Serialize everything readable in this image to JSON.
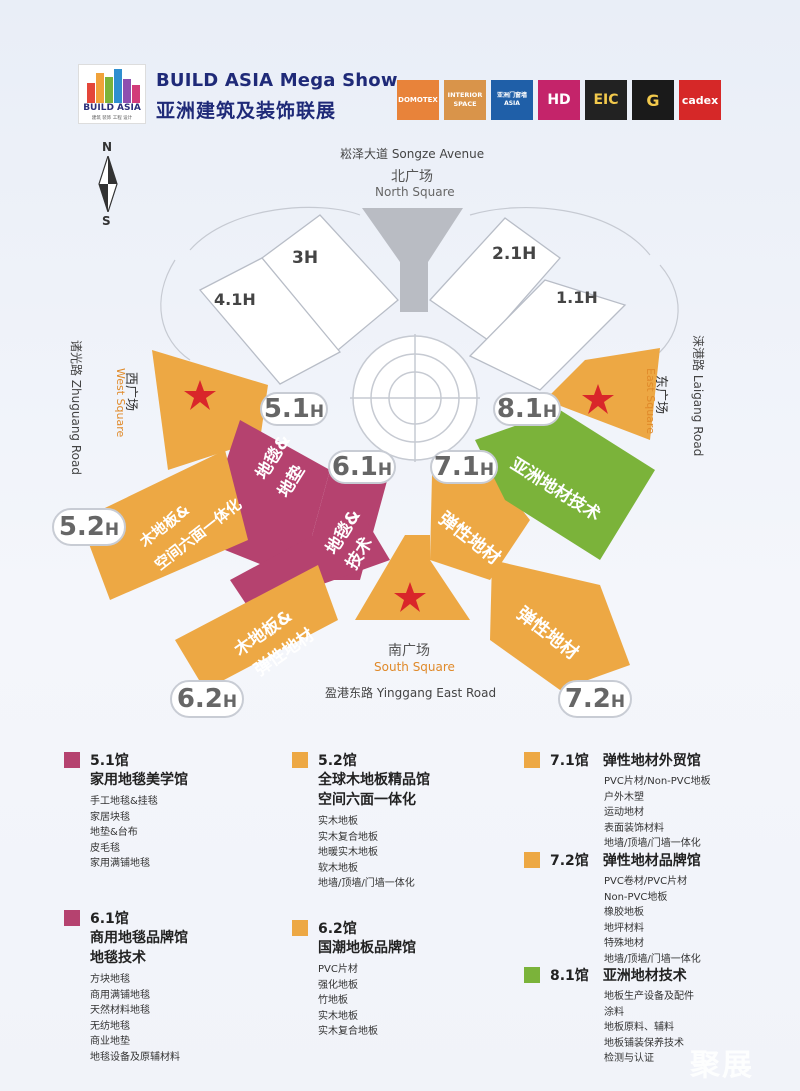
{
  "header": {
    "logo_text": "BUILD ASIA",
    "logo_sub": "建筑 装饰 工程 设计",
    "title_en": "BUILD ASIA Mega Show",
    "title_cn": "亚洲建筑及装饰联展",
    "brands": [
      {
        "label": "DOMOTEX",
        "color": "#e8833a"
      },
      {
        "label": "INTERIOR SPACE",
        "color": "#d9944a"
      },
      {
        "label": "亚洲门窗墙 ASIA",
        "color": "#1f5fa8"
      },
      {
        "label": "HD",
        "color": "#c4246a"
      },
      {
        "label": "EIC",
        "color": "#222222"
      },
      {
        "label": "G",
        "color": "#1a1a1a"
      },
      {
        "label": "cadex",
        "color": "#d62828"
      }
    ]
  },
  "compass": {
    "north": "N",
    "south": "S"
  },
  "roads": {
    "north": "崧泽大道 Songze Avenue",
    "south": "盈港东路 Yinggang East Road",
    "west": "诸光路 Zhuguang Road",
    "east": "涞港路 Laigang Road"
  },
  "squares": {
    "north_cn": "北广场",
    "north_en": "North Square",
    "south_cn": "南广场",
    "south_en": "South Square",
    "west_cn": "西广场",
    "west_en": "West Square",
    "east_cn": "东广场",
    "east_en": "East Square"
  },
  "halls": {
    "h3": "3H",
    "h41": "4.1H",
    "h21": "2.1H",
    "h11": "1.1H",
    "h51": {
      "num": "5.1",
      "suffix": "H"
    },
    "h61": {
      "num": "6.1",
      "suffix": "H"
    },
    "h71": {
      "num": "7.1",
      "suffix": "H"
    },
    "h81": {
      "num": "8.1",
      "suffix": "H"
    },
    "h52": {
      "num": "5.2",
      "suffix": "H"
    },
    "h62": {
      "num": "6.2",
      "suffix": "H"
    },
    "h72": {
      "num": "7.2",
      "suffix": "H"
    }
  },
  "zones": {
    "z51_a": "地毯&",
    "z51_b": "地垫",
    "z61_a": "地毯&",
    "z61_b": "技术",
    "z52_a": "木地板&",
    "z52_b": "空间六面一体化",
    "z62_a": "木地板&",
    "z62_b": "弹性地材",
    "z71": "弹性地材",
    "z72": "弹性地材",
    "z81": "亚洲地材技术"
  },
  "colors": {
    "magenta": "#b5426f",
    "orange": "#eda844",
    "green": "#7bb33a",
    "grey": "#b9bcc3"
  },
  "legend": [
    {
      "hall": "5.1馆",
      "color": "#b5426f",
      "names": [
        "家用地毯美学馆"
      ],
      "items": [
        "手工地毯&挂毯",
        "家居块毯",
        "地垫&台布",
        "皮毛毯",
        "家用满铺地毯"
      ]
    },
    {
      "hall": "6.1馆",
      "color": "#b5426f",
      "names": [
        "商用地毯品牌馆",
        "地毯技术"
      ],
      "items": [
        "方块地毯",
        "商用满铺地毯",
        "天然材料地毯",
        "无纺地毯",
        "商业地垫",
        "地毯设备及原辅材料"
      ]
    },
    {
      "hall": "5.2馆",
      "color": "#eda844",
      "names": [
        "全球木地板精品馆",
        "空间六面一体化"
      ],
      "items": [
        "实木地板",
        "实木复合地板",
        "地暖实木地板",
        "软木地板",
        "地墙/顶墙/门墙一体化"
      ]
    },
    {
      "hall": "6.2馆",
      "color": "#eda844",
      "names": [
        "国潮地板品牌馆"
      ],
      "items": [
        "PVC片材",
        "强化地板",
        "竹地板",
        "实木地板",
        "实木复合地板"
      ]
    },
    {
      "hall": "7.1馆",
      "color": "#eda844",
      "names": [
        "弹性地材外贸馆"
      ],
      "items": [
        "PVC片材/Non-PVC地板",
        "户外木塑",
        "运动地材",
        "表面装饰材料",
        "地墙/顶墙/门墙一体化"
      ]
    },
    {
      "hall": "7.2馆",
      "color": "#eda844",
      "names": [
        "弹性地材品牌馆"
      ],
      "items": [
        "PVC卷材/PVC片材",
        "Non-PVC地板",
        "橡胶地板",
        "地坪材料",
        "特殊地材",
        "地墙/顶墙/门墙一体化"
      ]
    },
    {
      "hall": "8.1馆",
      "color": "#7bb33a",
      "names": [
        "亚洲地材技术"
      ],
      "items": [
        "地板生产设备及配件",
        "涂料",
        "地板原料、辅料",
        "地板铺装保养技术",
        "检测与认证"
      ]
    }
  ],
  "watermark": "聚展"
}
